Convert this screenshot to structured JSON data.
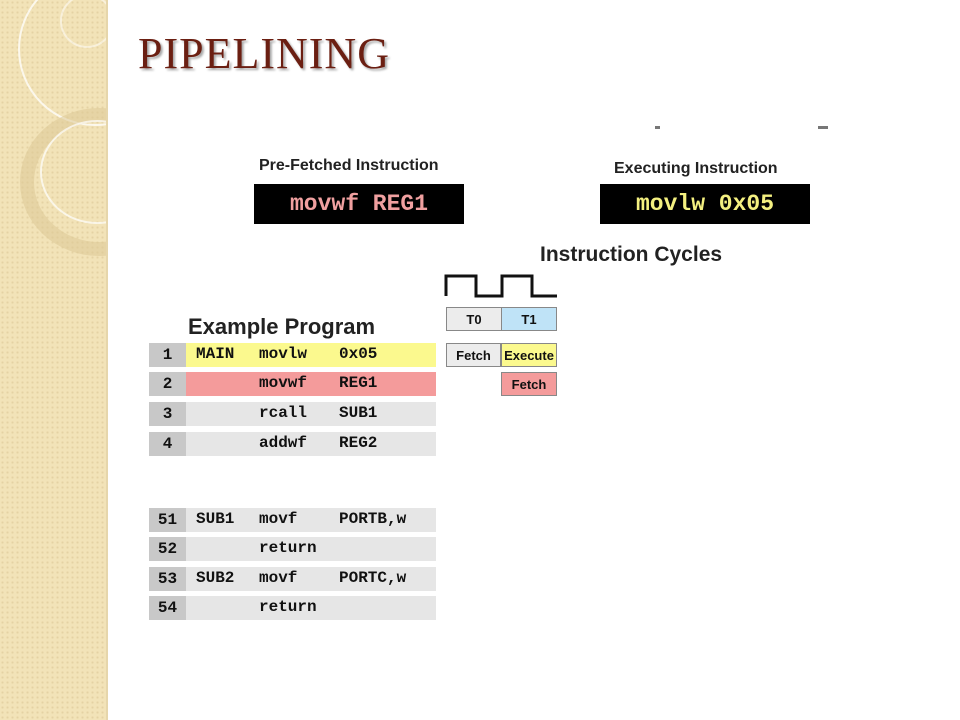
{
  "slide": {
    "title": "PIPELINING"
  },
  "prefetched": {
    "label": "Pre-Fetched Instruction",
    "value": "movwf REG1",
    "color": "#f0a0a0"
  },
  "executing": {
    "label": "Executing Instruction",
    "value": "movlw 0x05",
    "color": "#f4f080"
  },
  "cycles": {
    "label": "Instruction Cycles",
    "t0": "T0",
    "t1": "T1",
    "fetch1": "Fetch",
    "execute": "Execute",
    "fetch2": "Fetch"
  },
  "program": {
    "label": "Example Program",
    "rows": [
      {
        "line": "1",
        "label": "MAIN",
        "op": "movlw",
        "arg": "0x05",
        "bg": "#fbf98e"
      },
      {
        "line": "2",
        "label": "",
        "op": "movwf",
        "arg": "REG1",
        "bg": "#f49b9b"
      },
      {
        "line": "3",
        "label": "",
        "op": "rcall",
        "arg": "SUB1",
        "bg": "#e6e6e6"
      },
      {
        "line": "4",
        "label": "",
        "op": "addwf",
        "arg": "REG2",
        "bg": "#e6e6e6"
      }
    ],
    "rows2": [
      {
        "line": "51",
        "label": "SUB1",
        "op": "movf",
        "arg": "PORTB,w",
        "bg": "#e6e6e6"
      },
      {
        "line": "52",
        "label": "",
        "op": "return",
        "arg": "",
        "bg": "#e6e6e6"
      },
      {
        "line": "53",
        "label": "SUB2",
        "op": "movf",
        "arg": "PORTC,w",
        "bg": "#e6e6e6"
      },
      {
        "line": "54",
        "label": "",
        "op": "return",
        "arg": "",
        "bg": "#e6e6e6"
      }
    ]
  }
}
